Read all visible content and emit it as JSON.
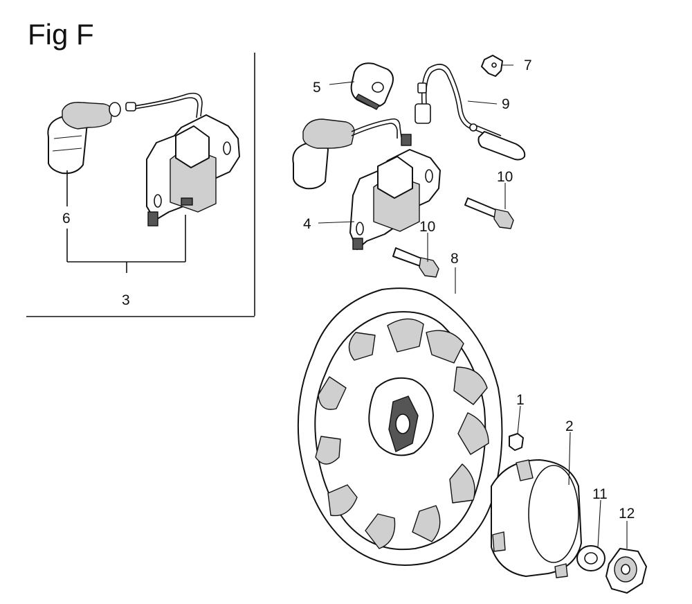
{
  "figure": {
    "title": "Fig F"
  },
  "callouts": [
    {
      "id": "1",
      "label": "1"
    },
    {
      "id": "2",
      "label": "2"
    },
    {
      "id": "3",
      "label": "3"
    },
    {
      "id": "4",
      "label": "4"
    },
    {
      "id": "5",
      "label": "5"
    },
    {
      "id": "6",
      "label": "6"
    },
    {
      "id": "7",
      "label": "7"
    },
    {
      "id": "8",
      "label": "8"
    },
    {
      "id": "9",
      "label": "9"
    },
    {
      "id": "10a",
      "label": "10"
    },
    {
      "id": "10b",
      "label": "10"
    },
    {
      "id": "11",
      "label": "11"
    },
    {
      "id": "12",
      "label": "12"
    }
  ]
}
